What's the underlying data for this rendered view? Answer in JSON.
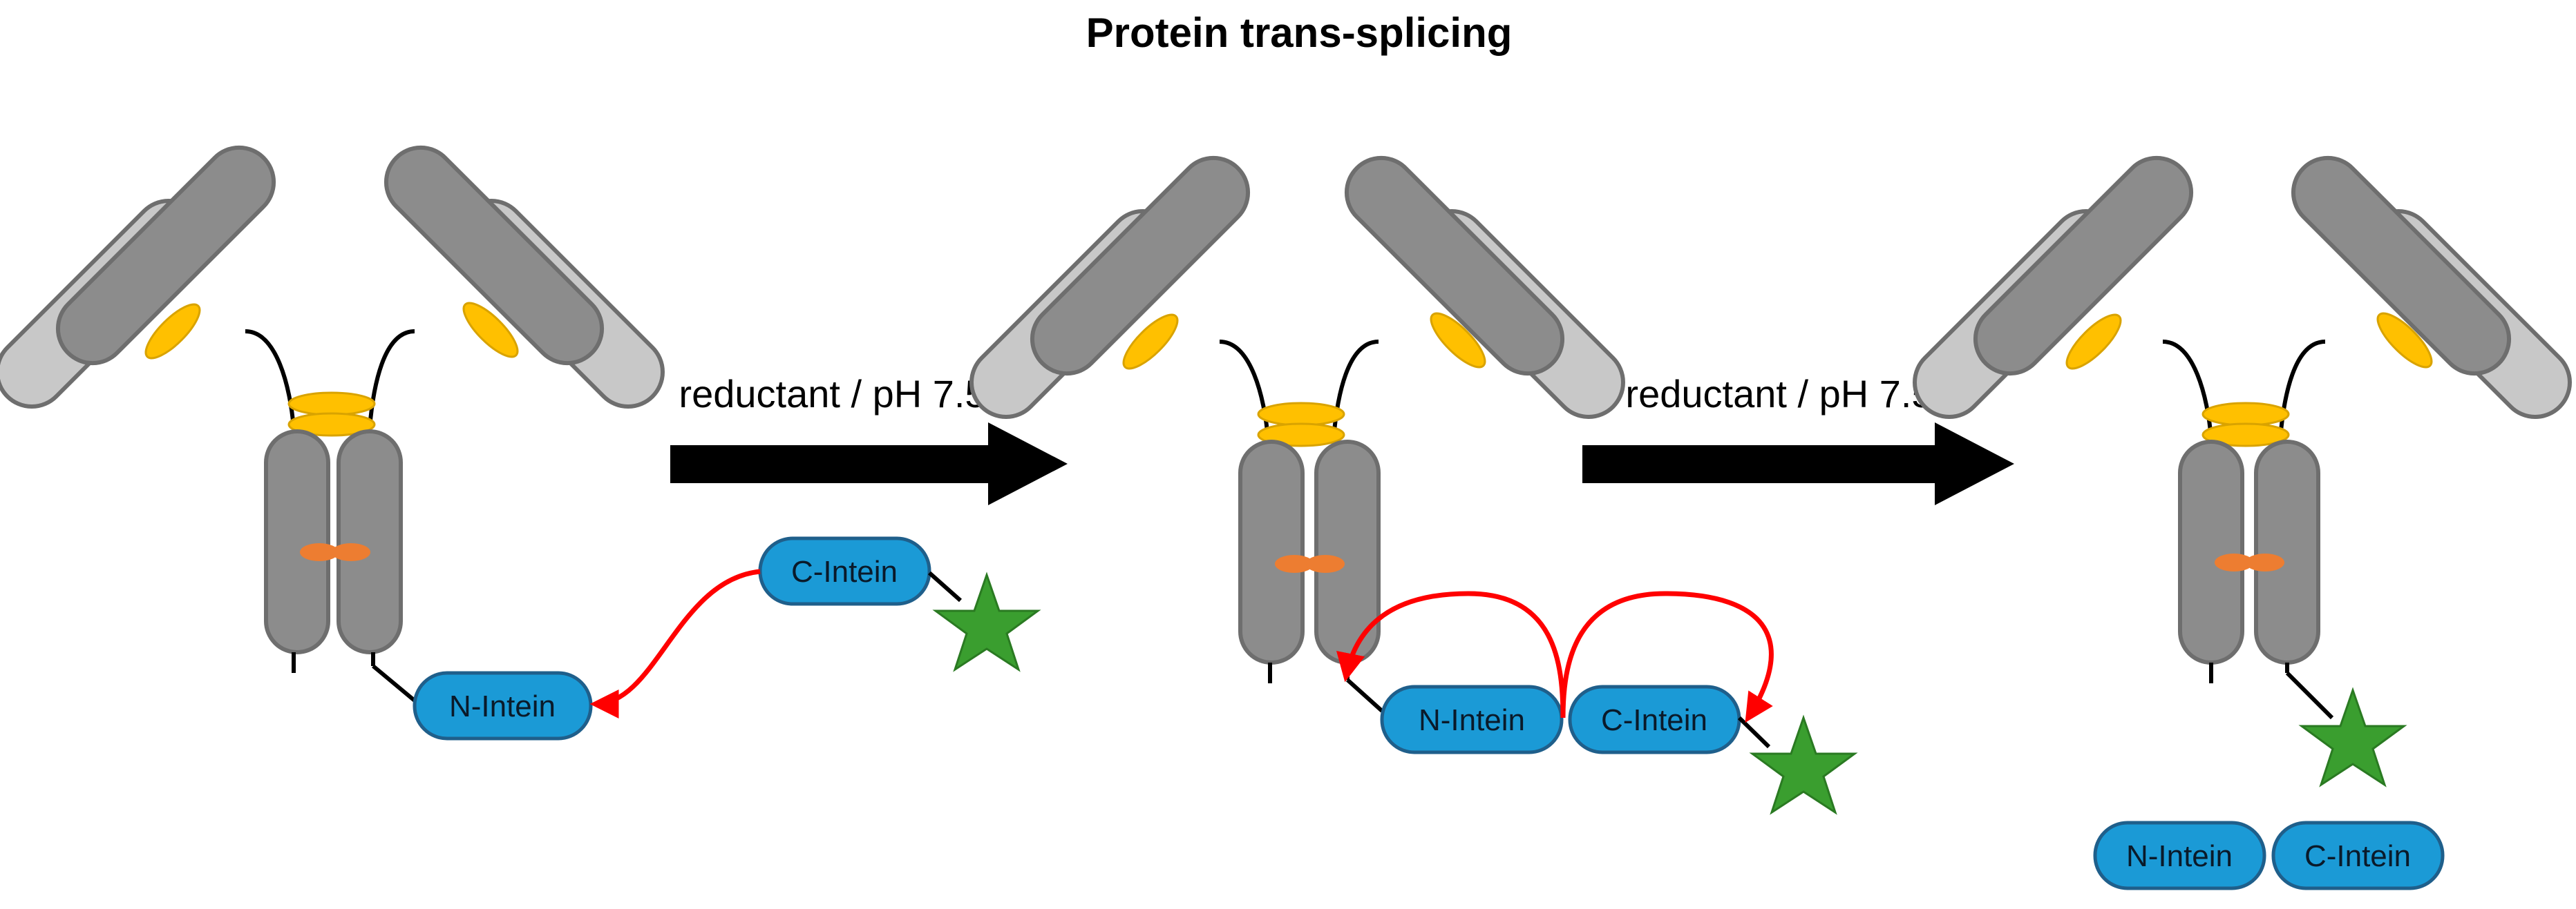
{
  "title": "Protein trans-splicing",
  "steps": [
    {
      "label": "reductant / pH 7.5"
    },
    {
      "label": "reductant / pH 7.5"
    }
  ],
  "domains": {
    "n_intein": "N-Intein",
    "c_intein": "C-Intein"
  },
  "colors": {
    "heavy_chain": "#8c8c8c",
    "light_chain": "#c8c8c8",
    "chain_stroke": "#6e6e6e",
    "disulfide": "#ffc000",
    "hinge_contact": "#ed7d31",
    "intein": "#1b9ad6",
    "intein_stroke": "#1f5f8b",
    "star": "#3a9e2f",
    "arrow_curve": "#ff0000",
    "process_arrow": "#000000"
  }
}
